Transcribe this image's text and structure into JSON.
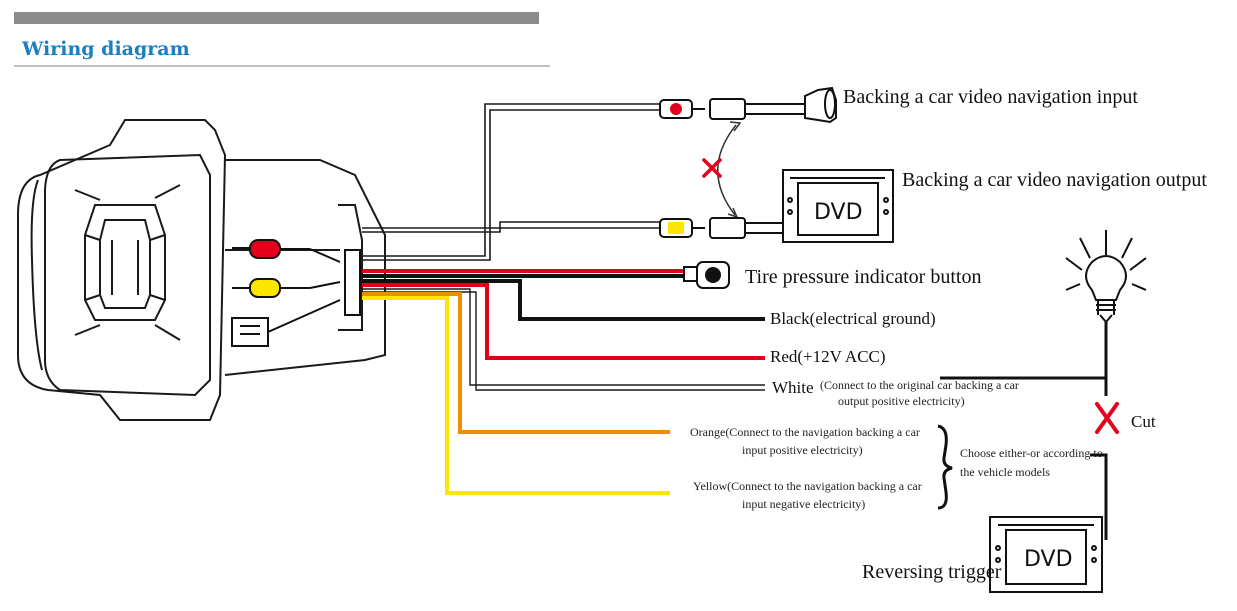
{
  "header": {
    "title": "Wiring diagram"
  },
  "inputs": {
    "nav_input": "Backing a car video navigation input",
    "nav_output": "Backing a car video navigation output"
  },
  "button": {
    "label": "Tire pressure indicator button"
  },
  "wires": {
    "black": "Black(electrical ground)",
    "red": "Red(+12V ACC)",
    "white": "White",
    "white_note_1": "(Connect to the original car backing a car",
    "white_note_2": "output positive electricity)",
    "orange_1": "Orange(Connect to the navigation backing a car",
    "orange_2": "input positive electricity)",
    "yellow_1": "Yellow(Connect to the navigation backing a car",
    "yellow_2": "input negative electricity)"
  },
  "choose": {
    "line1": "Choose either-or according to",
    "line2": "the vehicle models"
  },
  "cut": {
    "label": "Cut"
  },
  "trigger": {
    "label": "Reversing trigger"
  },
  "dvd": {
    "label_top": "DVD",
    "label_bottom": "DVD"
  },
  "colors": {
    "red": "#e3001b",
    "yellow": "#ffe600",
    "orange": "#f08c00",
    "black": "#111111",
    "title": "#1a7fc0",
    "cross": "#e3001b"
  }
}
